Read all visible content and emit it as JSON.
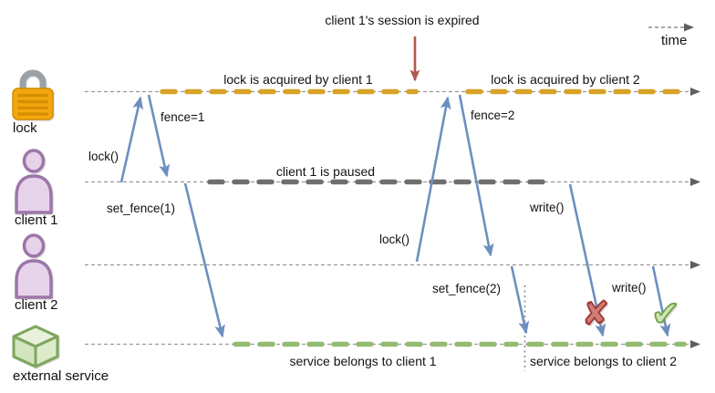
{
  "header": {
    "session_expired": "client 1's session is expired",
    "time": "time"
  },
  "lanes": [
    {
      "label": "lock",
      "icon": "padlock-icon"
    },
    {
      "label": "client 1",
      "icon": "person-icon"
    },
    {
      "label": "client 2",
      "icon": "person-icon"
    },
    {
      "label": "external service",
      "icon": "cube-icon"
    }
  ],
  "segments": {
    "lock_client1": "lock is acquired by client 1",
    "lock_client2": "lock is acquired by client 2",
    "paused": "client 1 is paused",
    "service_client1": "service belongs to client 1",
    "service_client2": "service belongs to client 2"
  },
  "messages": {
    "lock1": "lock()",
    "fence1": "fence=1",
    "set_fence1": "set_fence(1)",
    "lock2": "lock()",
    "fence2": "fence=2",
    "set_fence2": "set_fence(2)",
    "write1": "write()",
    "write2": "write()"
  },
  "marks": {
    "fail": "✘",
    "success": "✔"
  },
  "colors": {
    "lock_segment": "#d7a226",
    "paused_segment": "#6f6f6f",
    "service_segment": "#94bb72",
    "message_arrow": "#6d8fc0",
    "expired_arrow": "#b2574e",
    "baseline": "#999999",
    "fail_mark": "#a63b34",
    "success_mark": "#6f9f41"
  }
}
